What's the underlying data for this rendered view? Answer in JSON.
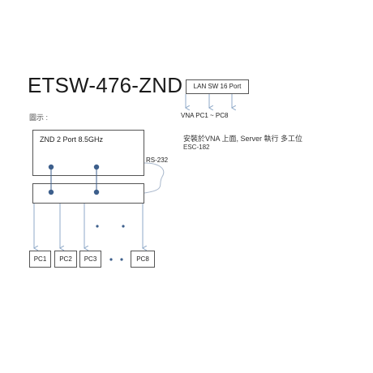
{
  "title": "ETSW-476-ZND",
  "figure_label": "圖示 :",
  "lan_switch": {
    "label": "LAN SW 16 Port",
    "targets": "VNA  PC1 ~ PC8"
  },
  "note": {
    "line1": "安裝於VNA 上面, Server 執行 多工位",
    "line2": "ESC-182"
  },
  "znd_box": {
    "label": "ZND  2 Port 8.5GHz"
  },
  "rs232_label": "RS-232",
  "pcs": [
    {
      "label": "PC1"
    },
    {
      "label": "PC2"
    },
    {
      "label": "PC3"
    },
    {
      "label": "PC8"
    }
  ],
  "colors": {
    "arrow": "#8fa9c8",
    "port_dot": "#3d5f8c",
    "border": "#555555"
  }
}
